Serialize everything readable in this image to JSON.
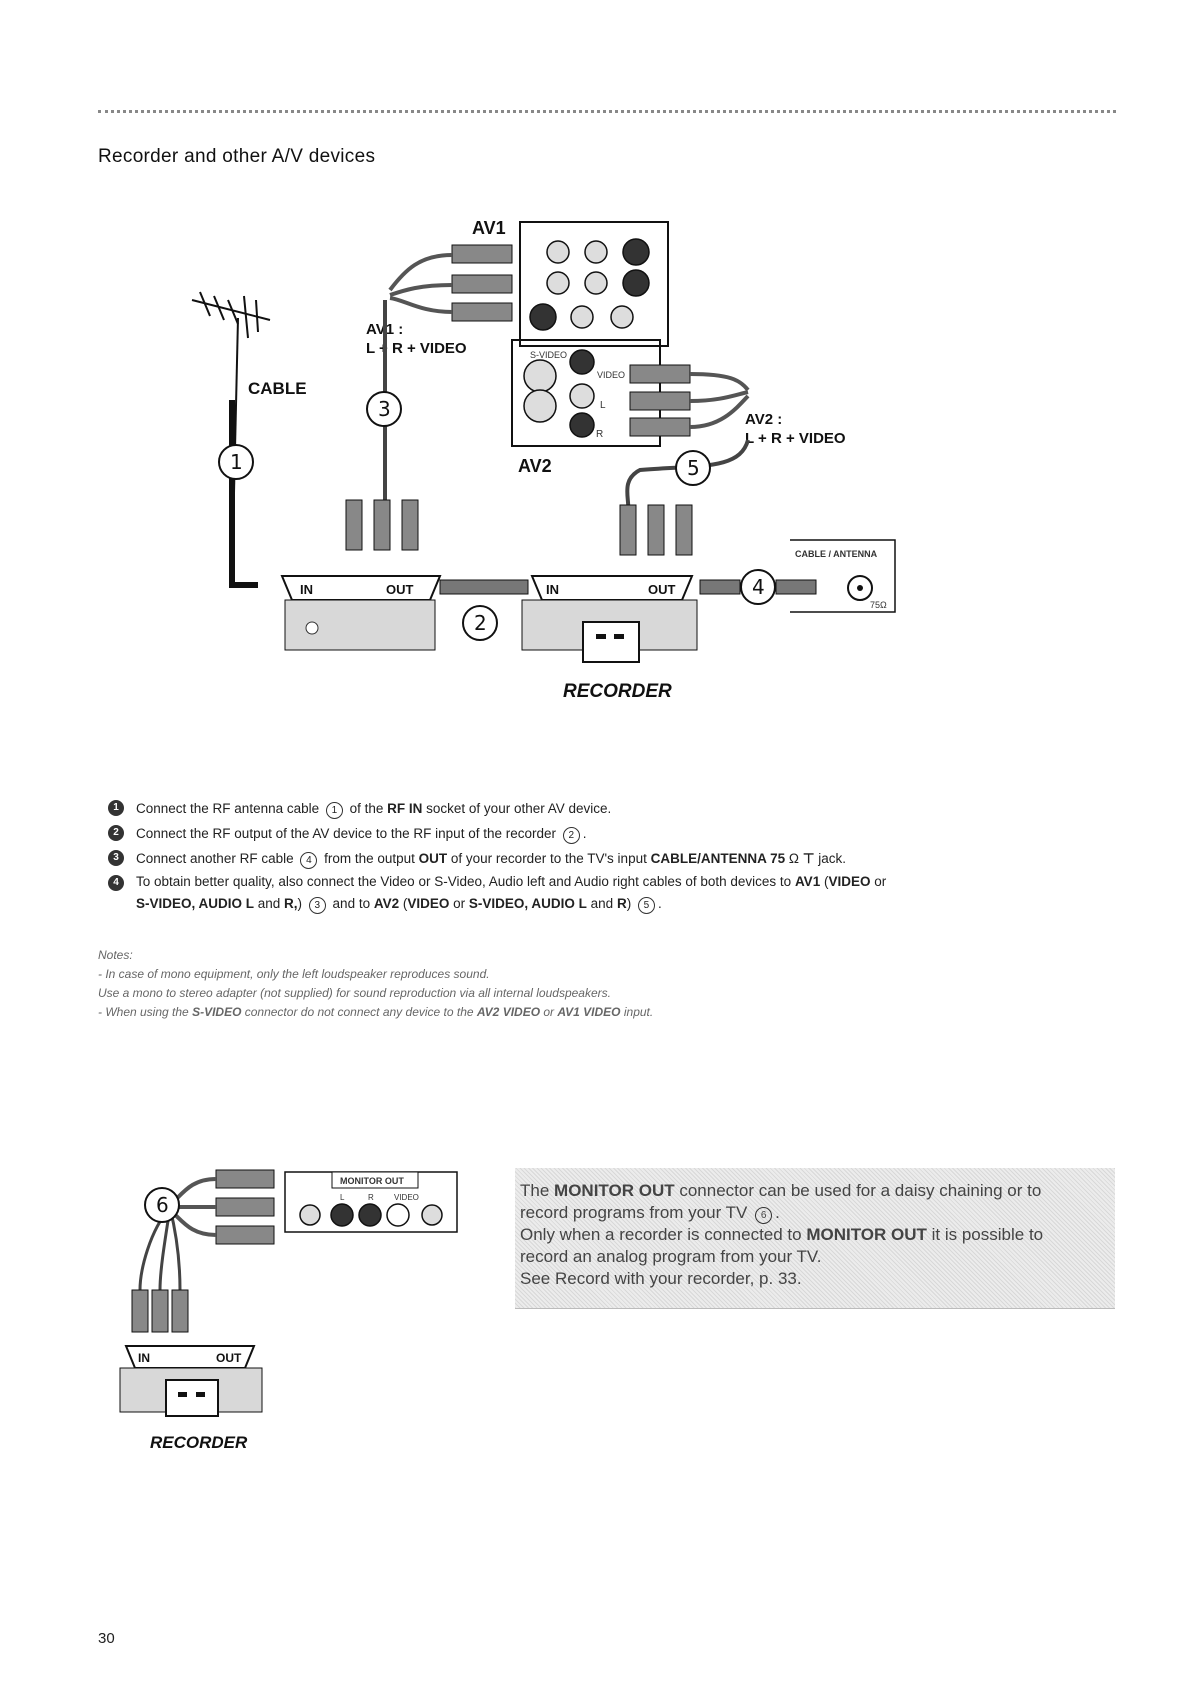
{
  "header": {
    "title": "Recorder and other A/V devices"
  },
  "diagram1": {
    "av1": "AV1",
    "av1_note": "AV1 :",
    "av1_signals": "L + R + VIDEO",
    "av2": "AV2",
    "av2_note": "AV2 :",
    "av2_signals": "L + R + VIDEO",
    "cable": "CABLE",
    "cable_antenna": "CABLE / ANTENNA",
    "ohm": "75Ω",
    "in1": "IN",
    "out1": "OUT",
    "in2": "IN",
    "out2": "OUT",
    "recorder": "RECORDER",
    "svideo": "S-VIDEO",
    "video": "VIDEO",
    "L": "L",
    "R": "R",
    "marker1": "1",
    "marker2": "2",
    "marker3": "3",
    "marker4": "4",
    "marker5": "5"
  },
  "steps": [
    {
      "n": "1",
      "parts": [
        "Connect the RF antenna cable ",
        "1",
        " of the ",
        "RF IN",
        " socket of your other AV device."
      ]
    },
    {
      "n": "2",
      "text_a": "Connect the RF output of the AV device to the RF input of the recorder ",
      "c": "2",
      "text_b": "."
    },
    {
      "n": "3",
      "text_a": "Connect another RF cable ",
      "c": "4",
      "text_b": " from the output ",
      "b1": "OUT",
      "text_c": " of your recorder to the TV's input ",
      "b2": "CABLE/ANTENNA 75",
      "text_d": " Ω ",
      "sym": "⊤",
      "text_e": " jack."
    },
    {
      "n": "4",
      "line1_a": "To obtain better quality, also connect the Video or S-Video, Audio left and Audio right cables of both devices to ",
      "b1": "AV1",
      "line1_b": " (",
      "b2": "VIDEO",
      "line1_c": " or",
      "b3": "S-VIDEO, AUDIO L",
      "line2_a": " and ",
      "b4": "R,",
      "line2_b": ") ",
      "c1": "3",
      "line2_c": " and to ",
      "b5": "AV2",
      "line2_d": " (",
      "b6": "VIDEO",
      "line2_e": " or ",
      "b7": "S-VIDEO, AUDIO L",
      "line2_f": " and ",
      "b8": "R",
      "line2_g": ") ",
      "c2": "5",
      "line2_h": "."
    }
  ],
  "notes": {
    "heading": "Notes:",
    "n1": "- In case of mono equipment, only the left loudspeaker reproduces sound.",
    "n2": "Use a mono to stereo adapter (not supplied) for sound reproduction via all internal loudspeakers.",
    "n3a": "- When using the ",
    "n3b": "S-VIDEO",
    "n3c": " connector do not connect any device to the ",
    "n3d": "AV2 VIDEO",
    "n3e": " or ",
    "n3f": "AV1 VIDEO",
    "n3g": " input."
  },
  "diagram2": {
    "monitor_out": "MONITOR OUT",
    "L": "L",
    "R": "R",
    "video": "VIDEO",
    "in": "IN",
    "out": "OUT",
    "recorder": "RECORDER",
    "marker6": "6"
  },
  "tip": {
    "t1": "The ",
    "b1": "MONITOR OUT",
    "t2": " connector can be used for a daisy chaining or to record programs from your TV ",
    "c": "6",
    "t3": ".",
    "t4": "Only when a recorder is connected to ",
    "b2": "MONITOR OUT",
    "t5": " it is possible to record an analog program from your TV.",
    "t6": "See Record with your recorder, p. 33."
  },
  "page": {
    "number": "30"
  }
}
